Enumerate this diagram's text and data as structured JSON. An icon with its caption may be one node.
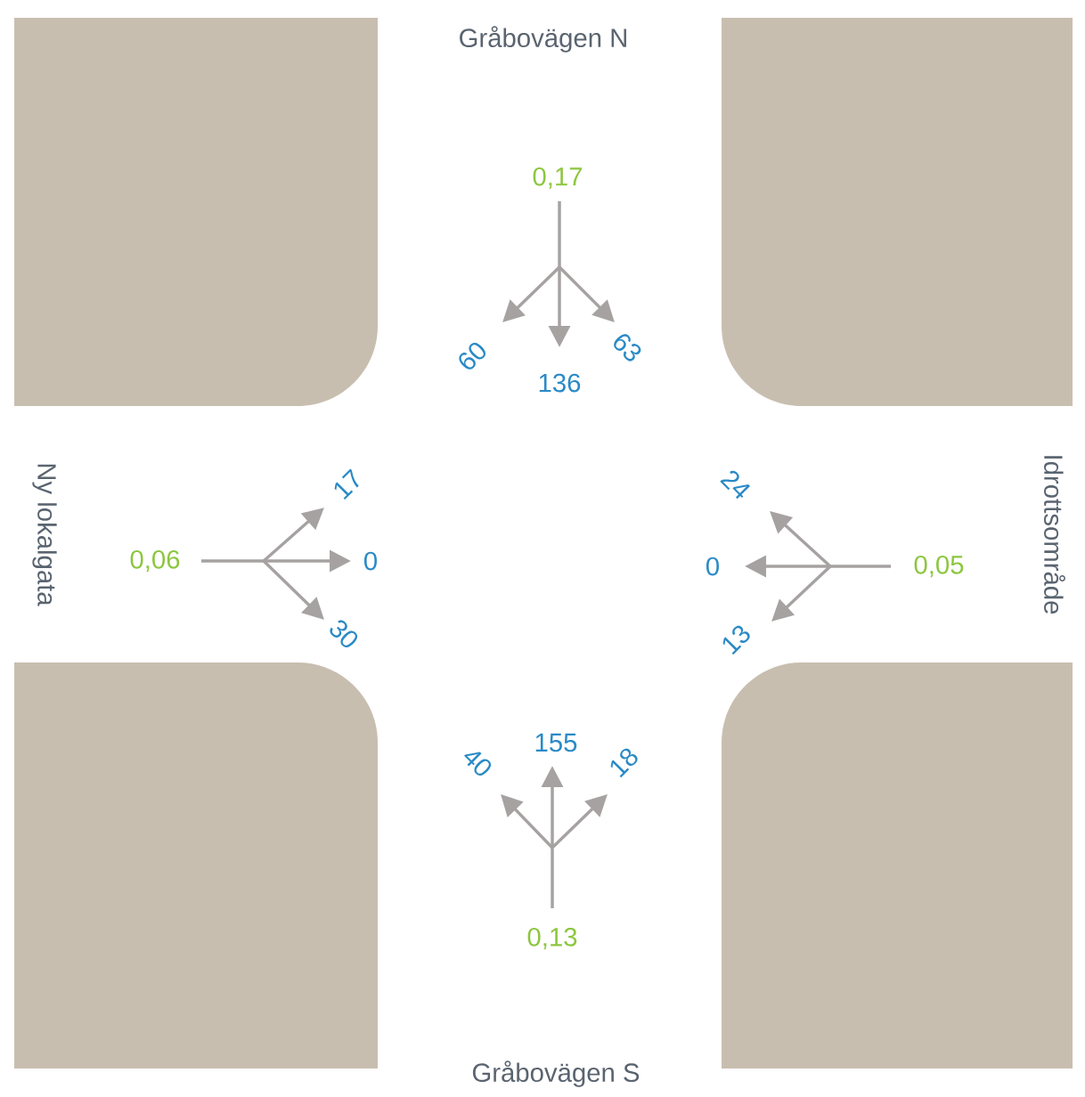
{
  "diagram": {
    "labels": [
      "Gråbovägen N",
      "0,17",
      "60",
      "136",
      "63",
      "Ny lokalgata",
      "17",
      "0,06",
      "0",
      "30",
      "24",
      "0",
      "0,05",
      "13",
      "Idrottsområde",
      "40",
      "155",
      "18",
      "0,13",
      "Gråbovägen S"
    ]
  }
}
